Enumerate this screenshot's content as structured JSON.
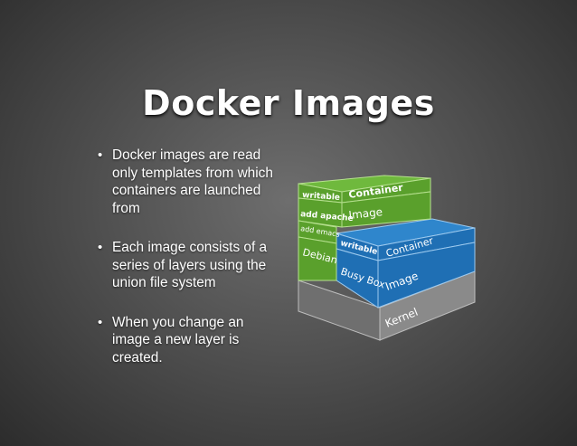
{
  "slide": {
    "title": "Docker Images",
    "bullets": [
      "Docker images are read only templates from which containers are launched from",
      "Each image consists of a series of layers using the union file system",
      "When you change an image a new layer is created."
    ]
  },
  "diagram": {
    "green_stack": {
      "writable": "writable",
      "container": "Container",
      "add_apache": "add apache",
      "image": "Image",
      "add_emacs": "add emacs",
      "debian": "Debian"
    },
    "blue_stack": {
      "writable": "writable",
      "container": "Container",
      "busybox": "Busy Box",
      "image": "Image"
    },
    "base": {
      "kernel": "Kernel"
    },
    "colors": {
      "green_front": "#5aa02c",
      "green_top": "#6fb93d",
      "blue_front": "#1f6fb4",
      "blue_top": "#2f86cc",
      "gray_front": "#8a8a8a",
      "gray_side": "#6f6f6f"
    }
  }
}
